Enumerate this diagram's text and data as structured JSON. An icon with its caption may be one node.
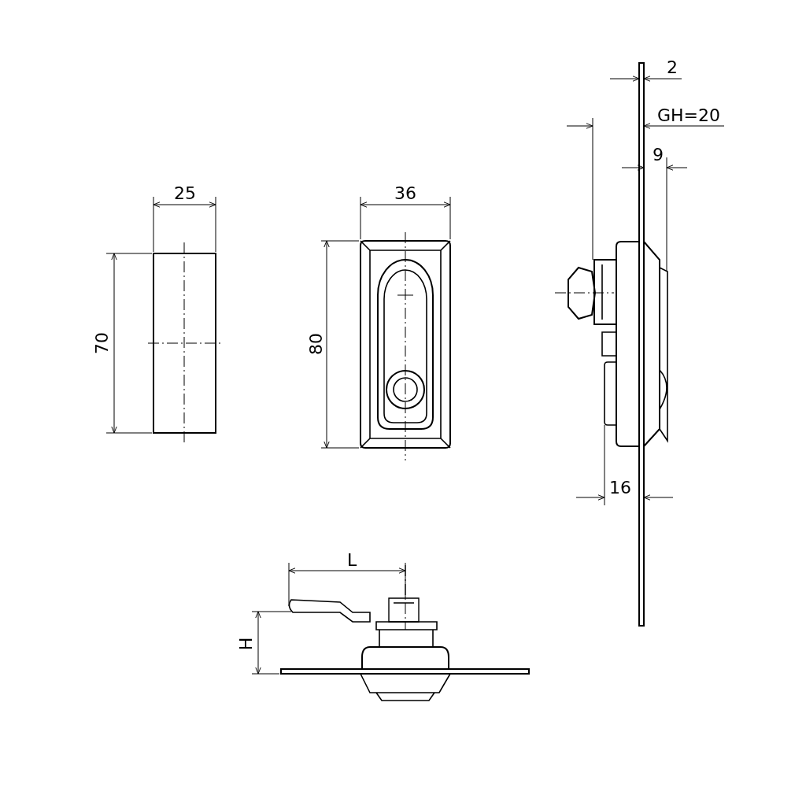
{
  "diagram": {
    "labels": [
      "25",
      "70",
      "36",
      "80",
      "2",
      "GH=20",
      "9",
      "16",
      "L",
      "H"
    ]
  }
}
